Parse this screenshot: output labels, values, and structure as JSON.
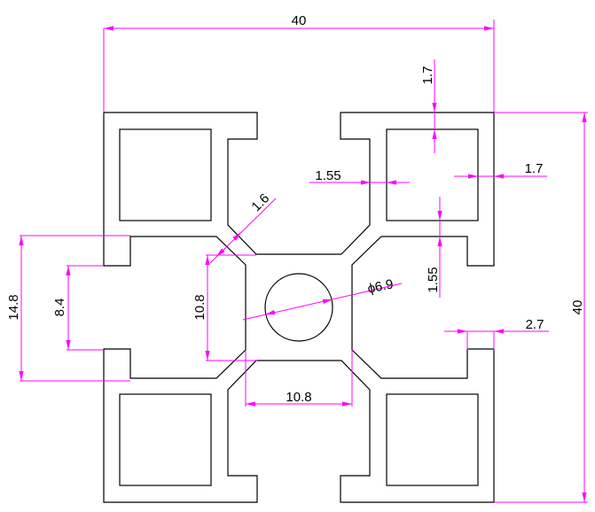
{
  "drawing": {
    "title": "40x40 aluminum extrusion profile cross-section",
    "colors": {
      "outline": "#000000",
      "dimension": "#ff00ff",
      "background": "#ffffff"
    },
    "dimensions": {
      "overall_width": "40",
      "overall_height": "40",
      "slot_outer_height": "14.8",
      "slot_opening": "8.4",
      "center_height": "10.8",
      "center_width": "10.8",
      "chamfer_wall": "1.6",
      "center_hole": "ϕ6.9",
      "inner_wall_left": "1.55",
      "top_wall": "1.7",
      "right_wall": "1.7",
      "inner_wall_bottom": "1.55",
      "lip_width": "2.7"
    }
  }
}
